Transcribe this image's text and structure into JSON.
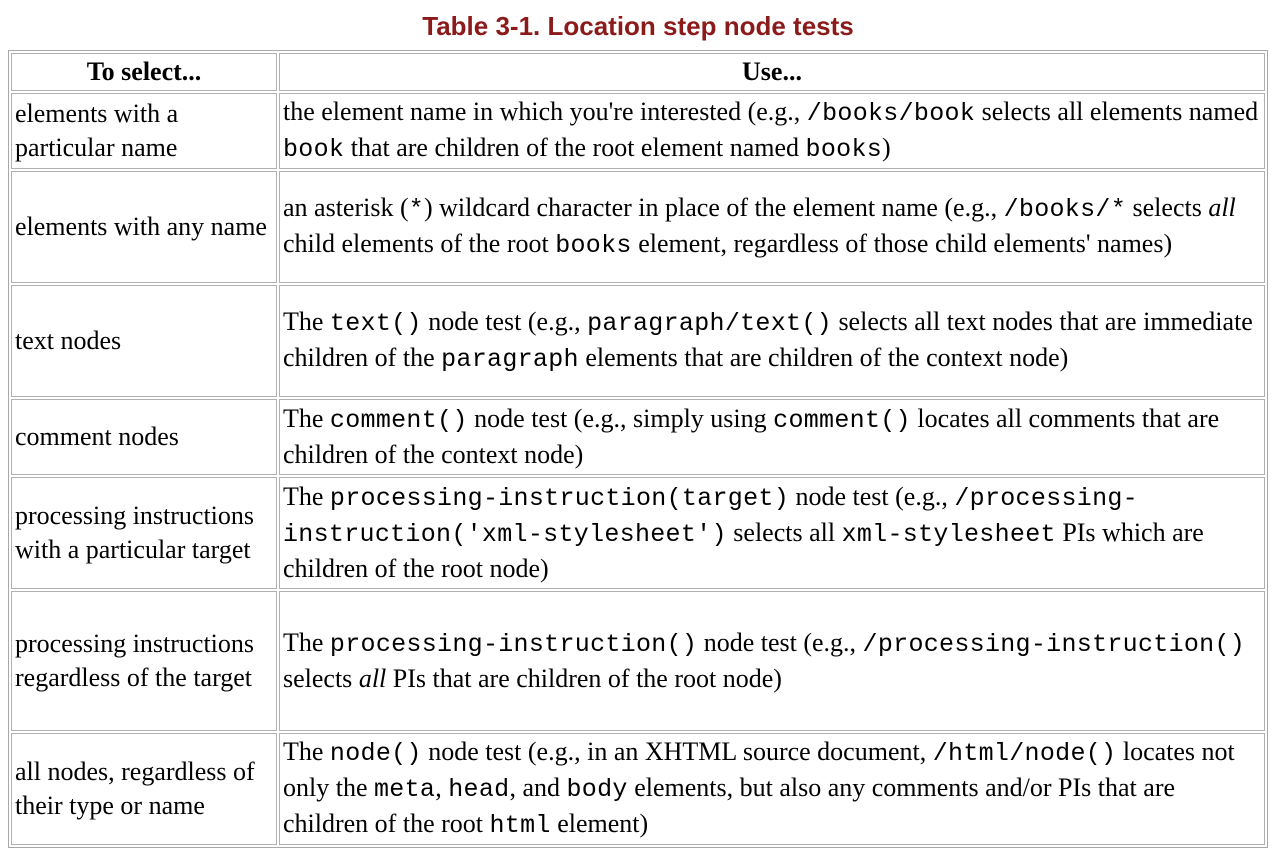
{
  "title": "Table 3-1. Location step node tests",
  "headers": {
    "col1": "To select...",
    "col2": "Use..."
  },
  "rows": [
    {
      "select": "elements with a particular name",
      "use": [
        {
          "t": "the element name in which you're interested (e.g., "
        },
        {
          "t": "/books/book",
          "style": "code"
        },
        {
          "t": " selects all elements named "
        },
        {
          "t": "book",
          "style": "code"
        },
        {
          "t": " that are children of the root element named "
        },
        {
          "t": "books",
          "style": "code"
        },
        {
          "t": ")"
        }
      ]
    },
    {
      "select": "elements with any name",
      "use": [
        {
          "t": "an asterisk ("
        },
        {
          "t": "*",
          "style": "code"
        },
        {
          "t": ") wildcard character in place of the element name (e.g., "
        },
        {
          "t": "/books/*",
          "style": "code"
        },
        {
          "t": " selects "
        },
        {
          "t": "all",
          "style": "em"
        },
        {
          "t": " child elements of the root "
        },
        {
          "t": "books",
          "style": "code"
        },
        {
          "t": " element, regardless of those child elements' names)"
        }
      ]
    },
    {
      "select": "text nodes",
      "use": [
        {
          "t": "The "
        },
        {
          "t": "text()",
          "style": "code"
        },
        {
          "t": " node test (e.g., "
        },
        {
          "t": "paragraph/text()",
          "style": "code"
        },
        {
          "t": " selects all text nodes that are immediate children of the "
        },
        {
          "t": "paragraph",
          "style": "code"
        },
        {
          "t": " elements that are children of the context node)"
        }
      ]
    },
    {
      "select": "comment nodes",
      "use": [
        {
          "t": "The "
        },
        {
          "t": "comment()",
          "style": "code"
        },
        {
          "t": " node test (e.g., simply using "
        },
        {
          "t": "comment()",
          "style": "code"
        },
        {
          "t": " locates all comments that are children of the context node)"
        }
      ]
    },
    {
      "select": "processing instructions with a particular target",
      "use": [
        {
          "t": "The "
        },
        {
          "t": "processing-instruction(target)",
          "style": "code"
        },
        {
          "t": " node test (e.g., "
        },
        {
          "t": "/processing-instruction('xml-stylesheet')",
          "style": "code"
        },
        {
          "t": " selects all "
        },
        {
          "t": "xml-stylesheet",
          "style": "code"
        },
        {
          "t": " PIs which are children of the root node)"
        }
      ]
    },
    {
      "select": "processing instructions regardless of the target",
      "use": [
        {
          "t": "The "
        },
        {
          "t": "processing-instruction()",
          "style": "code"
        },
        {
          "t": " node test (e.g., "
        },
        {
          "t": "/processing-instruction()",
          "style": "code"
        },
        {
          "t": " selects "
        },
        {
          "t": "all",
          "style": "em"
        },
        {
          "t": " PIs that are children of the root node)"
        }
      ]
    },
    {
      "select": "all nodes, regardless of their type or name",
      "use": [
        {
          "t": "The "
        },
        {
          "t": "node()",
          "style": "code"
        },
        {
          "t": " node test (e.g., in an XHTML source document, "
        },
        {
          "t": "/html/node()",
          "style": "code"
        },
        {
          "t": " locates not only the "
        },
        {
          "t": "meta",
          "style": "code"
        },
        {
          "t": ", "
        },
        {
          "t": "head",
          "style": "code"
        },
        {
          "t": ", and "
        },
        {
          "t": "body",
          "style": "code"
        },
        {
          "t": " elements, but also any comments and/or PIs that are children of the root "
        },
        {
          "t": "html",
          "style": "code"
        },
        {
          "t": " element)"
        }
      ]
    }
  ]
}
